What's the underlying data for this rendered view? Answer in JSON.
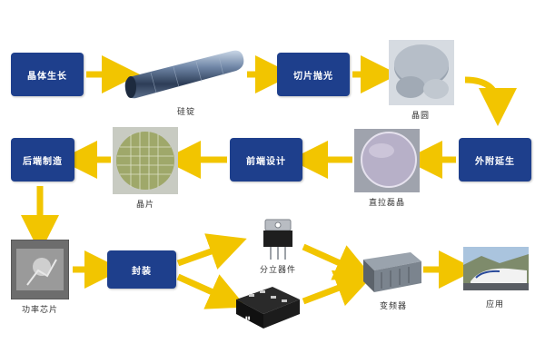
{
  "colors": {
    "box": "#1e3f8c",
    "arrow": "#f2c500",
    "text": "#ffffff"
  },
  "steps": {
    "crystal_growth": "晶体生长",
    "slicing_polishing": "切片抛光",
    "epitaxy": "外附延生",
    "front_end_design": "前端设计",
    "back_end_manufacturing": "后端制造",
    "packaging": "封装"
  },
  "captions": {
    "silicon_ingot": "硅锭",
    "wafer_disc": "晶圆",
    "epi_wafer": "直拉磊晶",
    "die_wafer": "晶片",
    "power_chip": "功率芯片",
    "discrete_device": "分立器件",
    "inverter": "变频器",
    "application": "应用"
  },
  "icons": {
    "silicon_ingot": "silicon-ingot-icon",
    "wafer_disc": "wafer-disc-icon",
    "epi_wafer": "epi-wafer-icon",
    "die_wafer": "die-wafer-icon",
    "power_chip": "power-chip-icon",
    "discrete_device": "to220-transistor-icon",
    "power_module": "power-module-icon",
    "inverter": "inverter-icon",
    "application": "high-speed-train-icon"
  }
}
